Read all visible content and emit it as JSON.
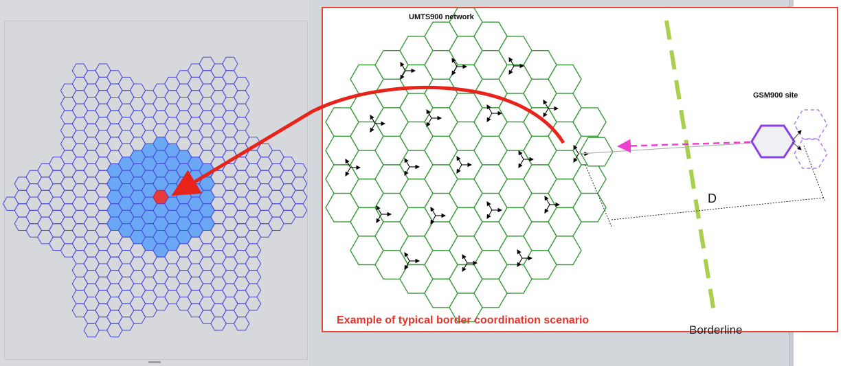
{
  "labels": {
    "network": "UMTS900 network",
    "site": "GSM900 site",
    "distance": "D",
    "borderline": "Borderline",
    "caption": "Example of typical border coordination scenario"
  },
  "colors": {
    "background": "#d3d6da",
    "panel": "#d8dadd",
    "hex_outline": "#4444dd",
    "hex_fill_interference": "#6aa8f5",
    "hex_victim": "#e83a3a",
    "umts_hex": "#3a9a3a",
    "gsm_hex": "#8a3fe8",
    "gsm_hex_dashed": "#b17af2",
    "borderline": "#a8d04c",
    "arrow_red": "#e8241a",
    "arrow_magenta": "#ef3fd0",
    "caption": "#e8322a",
    "box_border": "#e8463b"
  },
  "grid_layout": {
    "left_grid": "hexagonal cluster of cells with blue interference area and red victim cell",
    "umts_cells": "green hexagonal network with three-sector site arrows",
    "gsm_site": "one solid purple hexagon with two dashed neighbors"
  }
}
